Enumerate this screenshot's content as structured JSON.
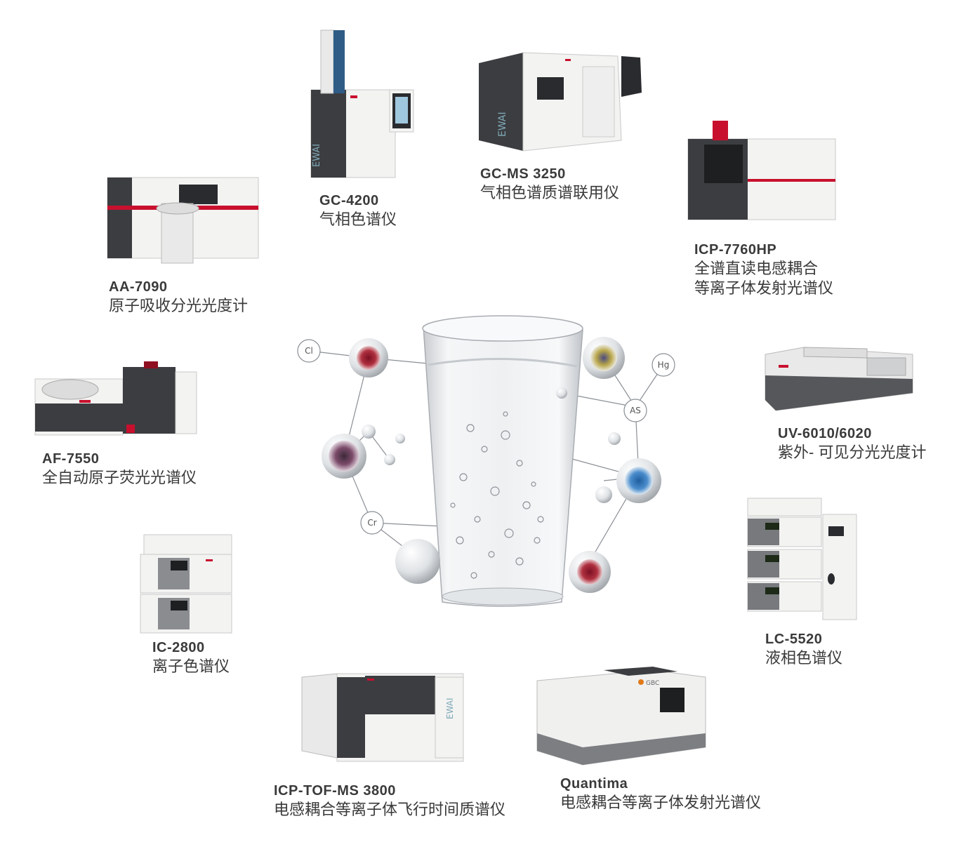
{
  "colors": {
    "text": "#3a3a3a",
    "brand_red": "#c8102e",
    "device_white": "#f3f3f2",
    "device_dark": "#3c3d40",
    "screen_dark": "#2a2b2e"
  },
  "instruments": [
    {
      "id": "gc4200",
      "model": "GC-4200",
      "name": "气相色谱仪"
    },
    {
      "id": "gcms3250",
      "model": "GC-MS 3250",
      "name": "气相色谱质谱联用仪"
    },
    {
      "id": "icp7760",
      "model": "ICP-7760HP",
      "name": "全谱直读电感耦合",
      "name2": "等离子体发射光谱仪"
    },
    {
      "id": "aa7090",
      "model": "AA-7090",
      "name": "原子吸收分光光度计"
    },
    {
      "id": "uv6010",
      "model": "UV-6010/6020",
      "name": "紫外- 可见分光光度计"
    },
    {
      "id": "af7550",
      "model": "AF-7550",
      "name": "全自动原子荧光光谱仪"
    },
    {
      "id": "lc5520",
      "model": "LC-5520",
      "name": "液相色谱仪"
    },
    {
      "id": "ic2800",
      "model": "IC-2800",
      "name": "离子色谱仪"
    },
    {
      "id": "icptof",
      "model": "ICP-TOF-MS 3800",
      "name": "电感耦合等离子体飞行时间质谱仪"
    },
    {
      "id": "quantima",
      "model": "Quantima",
      "name": "电感耦合等离子体发射光谱仪"
    }
  ],
  "molecule_labels": {
    "cl": "Cl",
    "hg": "Hg",
    "as": "AS",
    "cr": "Cr"
  },
  "brand_marks": {
    "ewai": "EWAI",
    "gbc": "GBC"
  }
}
